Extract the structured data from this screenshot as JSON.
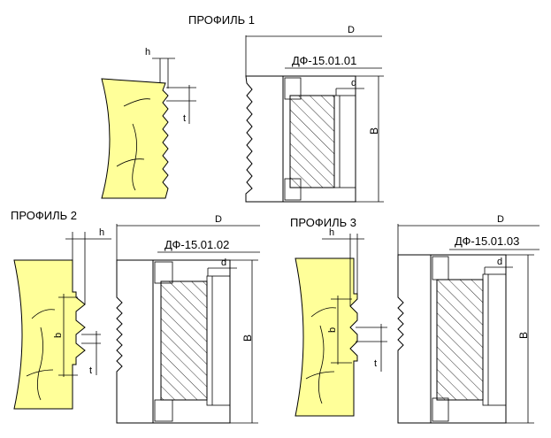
{
  "colors": {
    "wood": "#ffff99",
    "line": "#000000",
    "background": "#ffffff"
  },
  "profiles": [
    {
      "title": "ПРОФИЛЬ 1",
      "code": "ДФ-15.01.01",
      "dims": {
        "D": "D",
        "B": "B",
        "d": "d",
        "h": "h",
        "t": "t"
      }
    },
    {
      "title": "ПРОФИЛЬ 2",
      "code": "ДФ-15.01.02",
      "dims": {
        "D": "D",
        "B": "B",
        "d": "d",
        "h": "h",
        "t": "t",
        "b": "b"
      }
    },
    {
      "title": "ПРОФИЛЬ 3",
      "code": "ДФ-15.01.03",
      "dims": {
        "D": "D",
        "B": "B",
        "d": "d",
        "h": "h",
        "t": "t",
        "b": "b"
      }
    }
  ]
}
